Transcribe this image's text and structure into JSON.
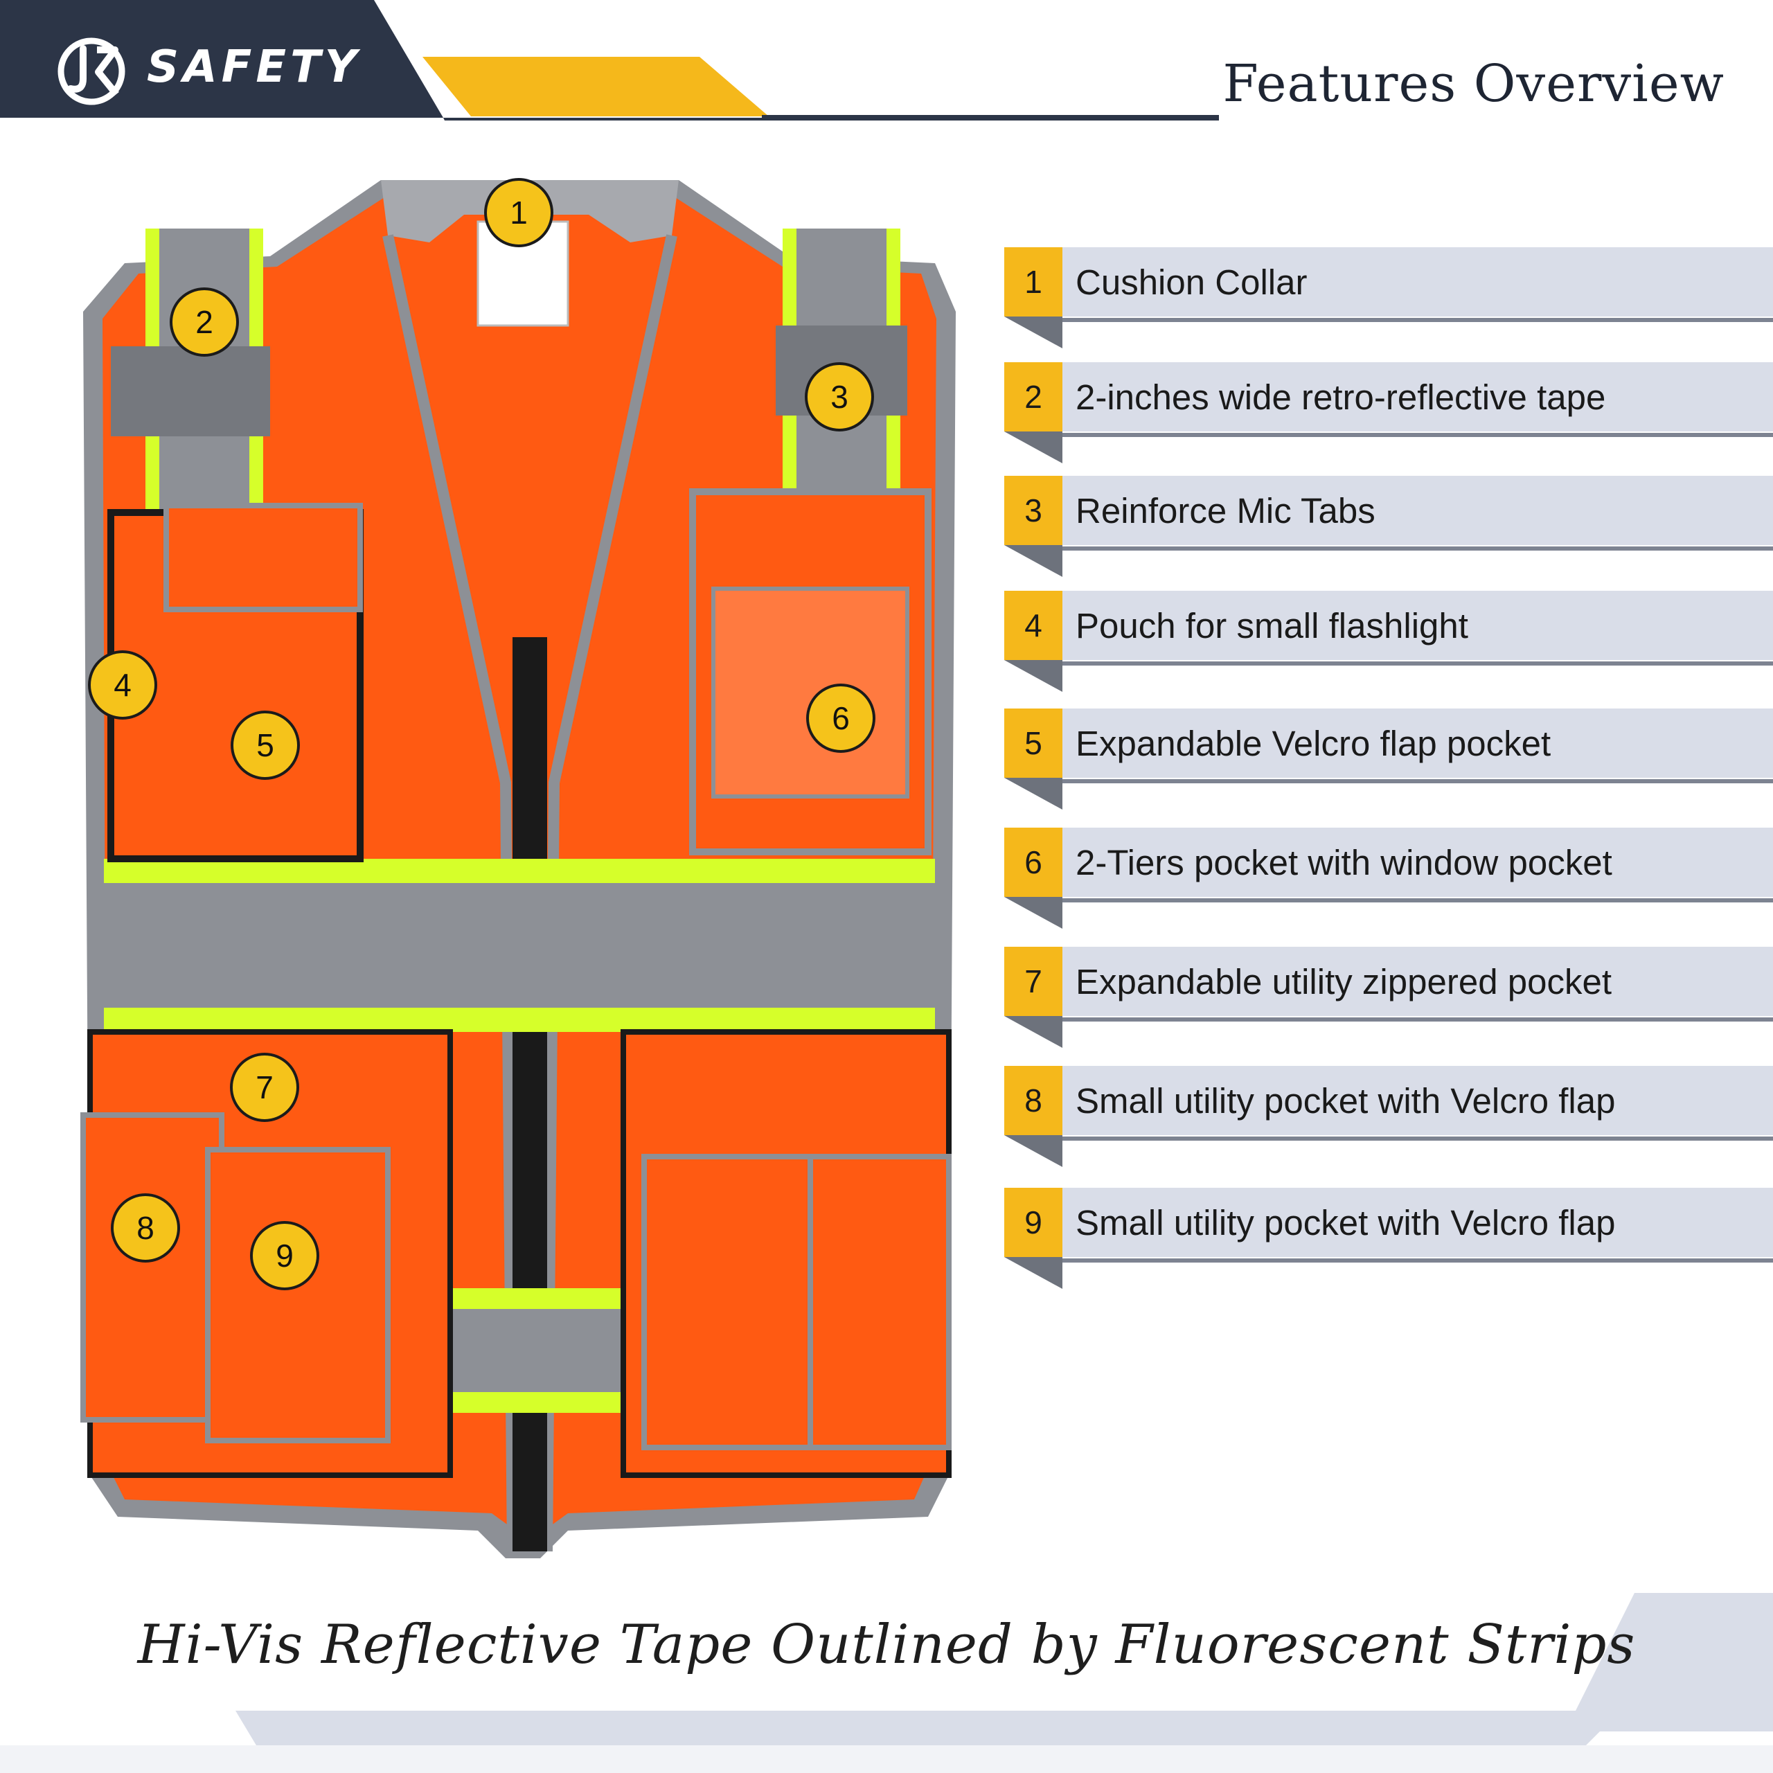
{
  "brand": {
    "name": "SAFETY",
    "logo_icon": "jk-monogram-icon"
  },
  "header": {
    "title": "Features Overview"
  },
  "colors": {
    "navy": "#2c3547",
    "accent_yellow": "#f5b81b",
    "marker_yellow": "#f5c31b",
    "vest_orange": "#ff5a12",
    "reflective_gray": "#8d9096",
    "fluorescent_lime": "#d6ff2a",
    "feature_bar": "#d9dde8"
  },
  "vest_markers": [
    "1",
    "2",
    "3",
    "4",
    "5",
    "6",
    "7",
    "8",
    "9"
  ],
  "features": [
    {
      "number": "1",
      "label": "Cushion Collar"
    },
    {
      "number": "2",
      "label": "2-inches wide retro-reflective tape"
    },
    {
      "number": "3",
      "label": "Reinforce Mic Tabs"
    },
    {
      "number": "4",
      "label": "Pouch for small flashlight"
    },
    {
      "number": "5",
      "label": "Expandable Velcro flap pocket"
    },
    {
      "number": "6",
      "label": "2-Tiers pocket with window pocket"
    },
    {
      "number": "7",
      "label": "Expandable utility zippered pocket"
    },
    {
      "number": "8",
      "label": "Small utility pocket with Velcro flap"
    },
    {
      "number": "9",
      "label": "Small utility pocket with Velcro flap"
    }
  ],
  "footer": {
    "tagline": "Hi-Vis Reflective Tape Outlined by Fluorescent Strips"
  }
}
